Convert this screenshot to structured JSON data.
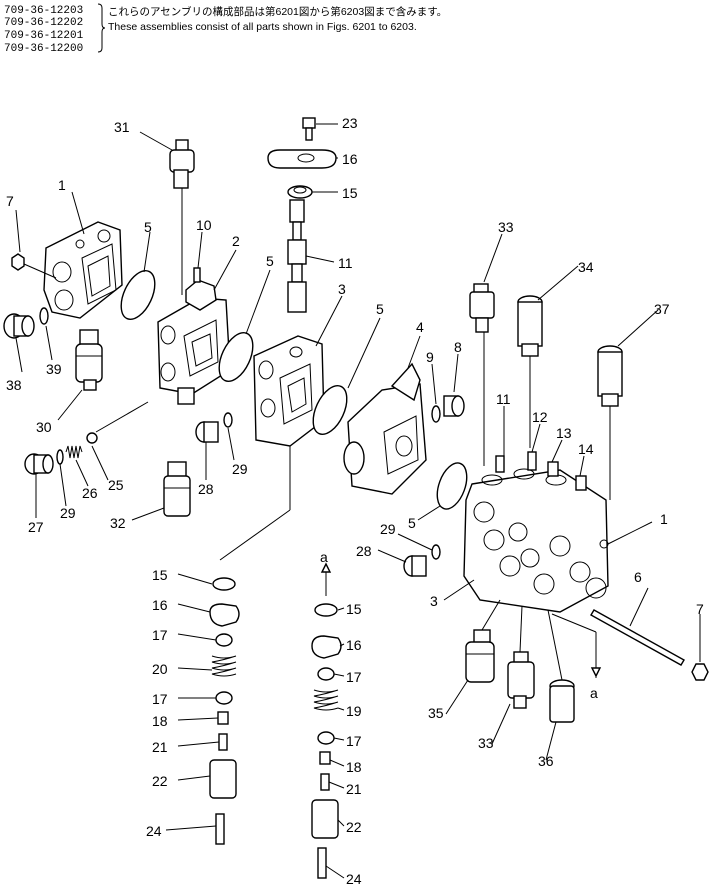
{
  "header": {
    "part_numbers": [
      "709-36-12203",
      "709-36-12202",
      "709-36-12201",
      "709-36-12200"
    ],
    "note_lines": [
      "これらのアセンブリの構成部品は第6201図から第6203図まで含みます。",
      "These assemblies consist of all parts shown in Figs. 6201 to 6203."
    ]
  },
  "callouts": [
    {
      "id": "c1a",
      "label": "1"
    },
    {
      "id": "c7a",
      "label": "7"
    },
    {
      "id": "c31",
      "label": "31"
    },
    {
      "id": "c23",
      "label": "23"
    },
    {
      "id": "c16a",
      "label": "16"
    },
    {
      "id": "c15a",
      "label": "15"
    },
    {
      "id": "c10",
      "label": "10"
    },
    {
      "id": "c2",
      "label": "2"
    },
    {
      "id": "c5a",
      "label": "5"
    },
    {
      "id": "c5b",
      "label": "5"
    },
    {
      "id": "c11a",
      "label": "11"
    },
    {
      "id": "c3a",
      "label": "3"
    },
    {
      "id": "c5c",
      "label": "5"
    },
    {
      "id": "c4",
      "label": "4"
    },
    {
      "id": "c9",
      "label": "9"
    },
    {
      "id": "c8",
      "label": "8"
    },
    {
      "id": "c33a",
      "label": "33"
    },
    {
      "id": "c34",
      "label": "34"
    },
    {
      "id": "c37",
      "label": "37"
    },
    {
      "id": "c38",
      "label": "38"
    },
    {
      "id": "c39",
      "label": "39"
    },
    {
      "id": "c30",
      "label": "30"
    },
    {
      "id": "c25",
      "label": "25"
    },
    {
      "id": "c26",
      "label": "26"
    },
    {
      "id": "c29a",
      "label": "29"
    },
    {
      "id": "c27",
      "label": "27"
    },
    {
      "id": "c28a",
      "label": "28"
    },
    {
      "id": "c29b",
      "label": "29"
    },
    {
      "id": "c32",
      "label": "32"
    },
    {
      "id": "c11b",
      "label": "11"
    },
    {
      "id": "c12",
      "label": "12"
    },
    {
      "id": "c13",
      "label": "13"
    },
    {
      "id": "c14",
      "label": "14"
    },
    {
      "id": "c1b",
      "label": "1"
    },
    {
      "id": "c5d",
      "label": "5"
    },
    {
      "id": "c29c",
      "label": "29"
    },
    {
      "id": "c28b",
      "label": "28"
    },
    {
      "id": "c3b",
      "label": "3"
    },
    {
      "id": "c6",
      "label": "6"
    },
    {
      "id": "c7b",
      "label": "7"
    },
    {
      "id": "c15b",
      "label": "15"
    },
    {
      "id": "c16b",
      "label": "16"
    },
    {
      "id": "c17a",
      "label": "17"
    },
    {
      "id": "c20",
      "label": "20"
    },
    {
      "id": "c17b",
      "label": "17"
    },
    {
      "id": "c18a",
      "label": "18"
    },
    {
      "id": "c21a",
      "label": "21"
    },
    {
      "id": "c22a",
      "label": "22"
    },
    {
      "id": "c24a",
      "label": "24"
    },
    {
      "id": "ca1",
      "label": "a"
    },
    {
      "id": "c15c",
      "label": "15"
    },
    {
      "id": "c16c",
      "label": "16"
    },
    {
      "id": "c17c",
      "label": "17"
    },
    {
      "id": "c19",
      "label": "19"
    },
    {
      "id": "c17d",
      "label": "17"
    },
    {
      "id": "c18b",
      "label": "18"
    },
    {
      "id": "c21b",
      "label": "21"
    },
    {
      "id": "c22b",
      "label": "22"
    },
    {
      "id": "c24b",
      "label": "24"
    },
    {
      "id": "c35",
      "label": "35"
    },
    {
      "id": "c33b",
      "label": "33"
    },
    {
      "id": "c36",
      "label": "36"
    },
    {
      "id": "ca2",
      "label": "a"
    }
  ]
}
